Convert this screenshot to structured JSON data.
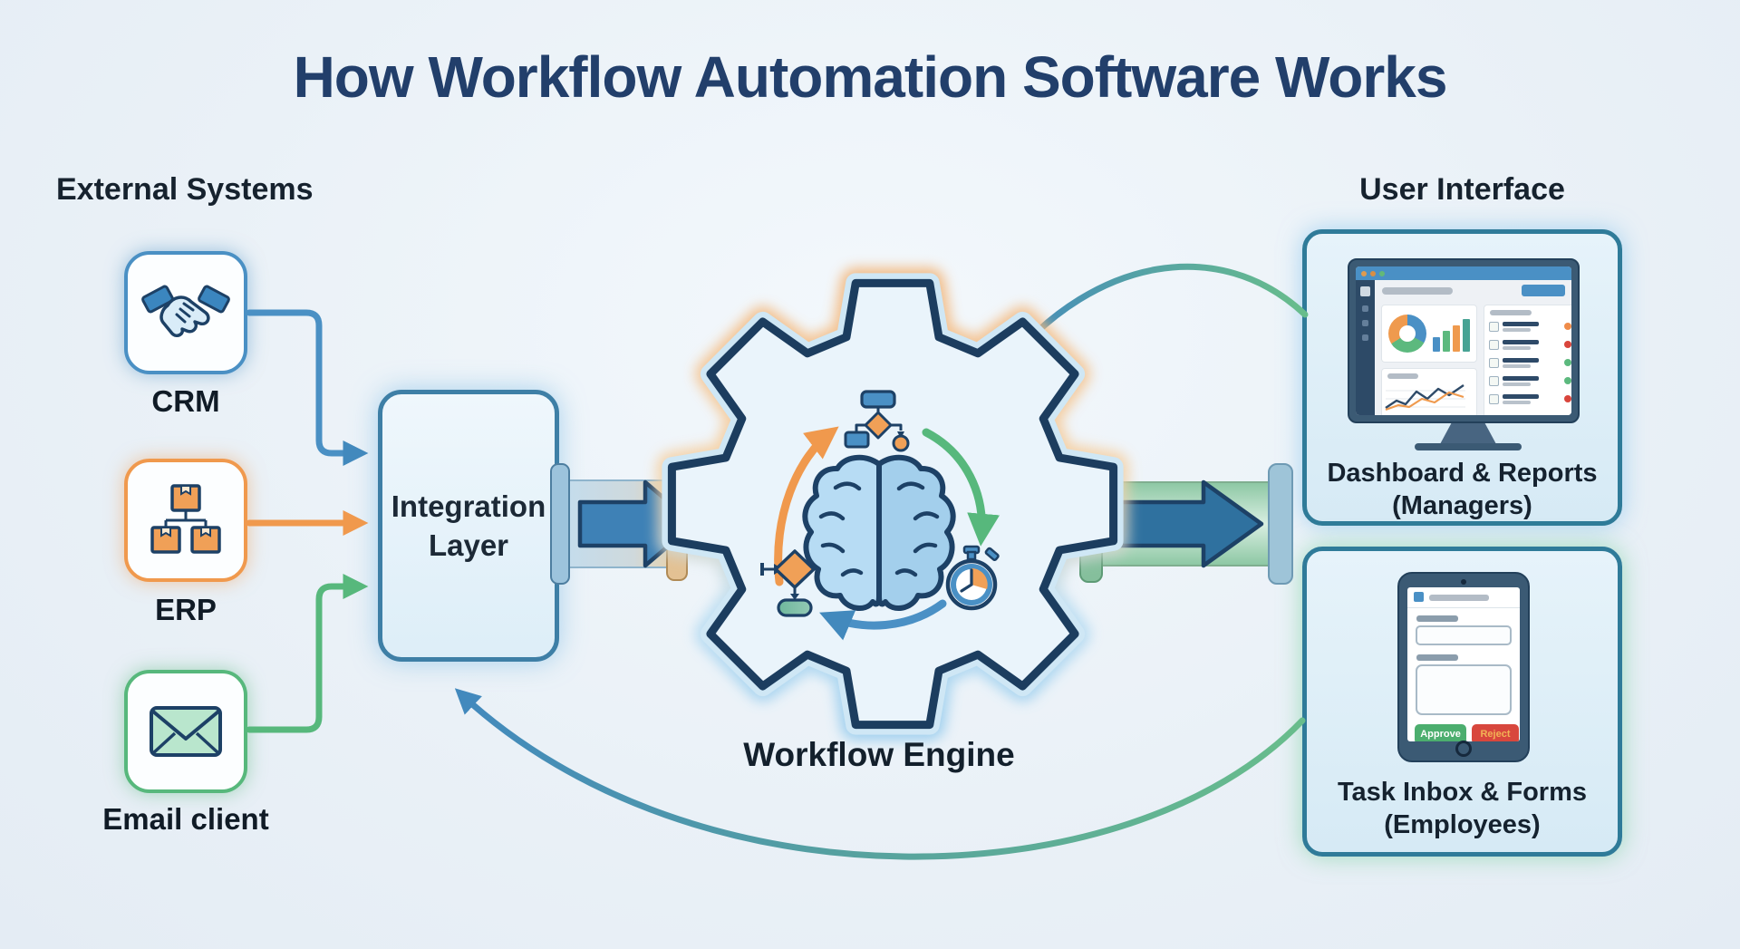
{
  "title": "How Workflow Automation Software Works",
  "colors": {
    "background": "#eaf1f7",
    "title_navy": "#223f6b",
    "outline_navy": "#1d4166",
    "accent_blue": "#4a90c4",
    "accent_orange": "#f0994d",
    "accent_green": "#57b87c",
    "panel_border": "#2f7b99",
    "pipe_arrow_blue": "#3e81b6",
    "approve_green": "#4cae6e",
    "reject_red": "#d8473d"
  },
  "external_systems": {
    "label": "External Systems",
    "items": [
      {
        "name": "CRM",
        "icon": "handshake-icon",
        "accent": "#4a90c4"
      },
      {
        "name": "ERP",
        "icon": "boxes-icon",
        "accent": "#f0994d"
      },
      {
        "name": "Email client",
        "icon": "envelope-icon",
        "accent": "#57b87c"
      }
    ]
  },
  "integration_layer": {
    "lines": [
      "Integration",
      "Layer"
    ]
  },
  "workflow_engine": {
    "label": "Workflow Engine",
    "icons": [
      "gear-icon",
      "brain-icon",
      "flowchart-icon",
      "stopwatch-icon",
      "decision-diamond-icon"
    ]
  },
  "user_interface": {
    "label": "User Interface",
    "dashboard_panel": {
      "icon": "monitor-icon",
      "lines": [
        "Dashboard & Reports",
        "(Managers)"
      ]
    },
    "task_panel": {
      "icon": "tablet-icon",
      "lines": [
        "Task Inbox & Forms",
        "(Employees)"
      ],
      "approve_label": "Approve",
      "reject_label": "Reject"
    }
  }
}
